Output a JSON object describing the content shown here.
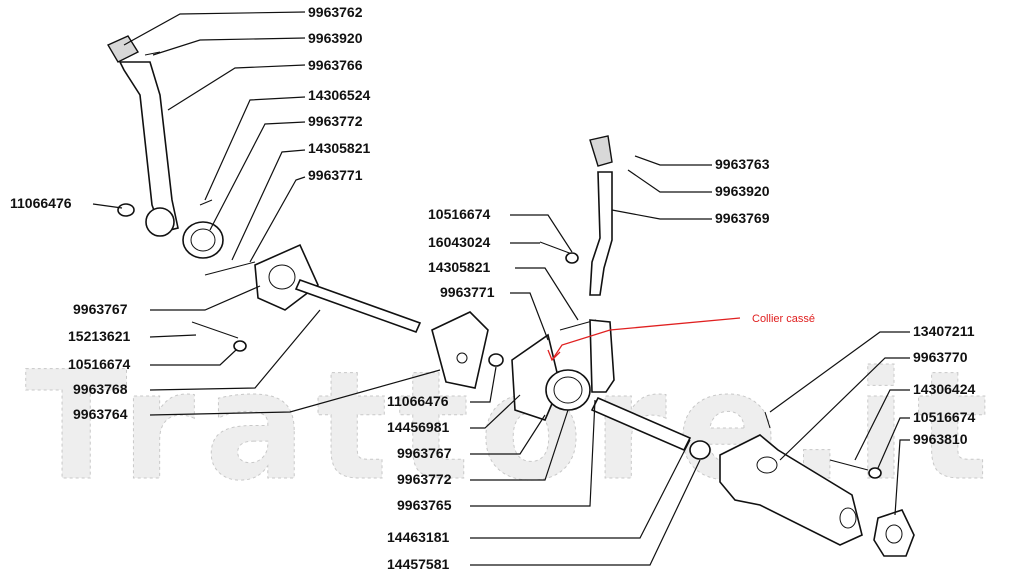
{
  "watermark": "Trattore.it",
  "annotation": {
    "text": "Collier cassé",
    "color": "#e02020"
  },
  "labels": {
    "l1": "9963762",
    "l2": "9963920",
    "l3": "9963766",
    "l4": "14306524",
    "l5": "9963772",
    "l6": "14305821",
    "l7": "9963771",
    "l8": "11066476",
    "l9": "9963767",
    "l10": "15213621",
    "l11": "10516674",
    "l12": "9963768",
    "l13": "9963764",
    "m1": "10516674",
    "m2": "16043024",
    "m3": "14305821",
    "m4": "9963771",
    "m5": "11066476",
    "m6": "14456981",
    "m7": "9963767",
    "m8": "9963772",
    "m9": "9963765",
    "m10": "14463181",
    "m11": "14457581",
    "r1": "9963763",
    "r2": "9963920",
    "r3": "9963769",
    "r4": "13407211",
    "r5": "9963770",
    "r6": "14306424",
    "r7": "10516674",
    "r8": "9963810"
  }
}
